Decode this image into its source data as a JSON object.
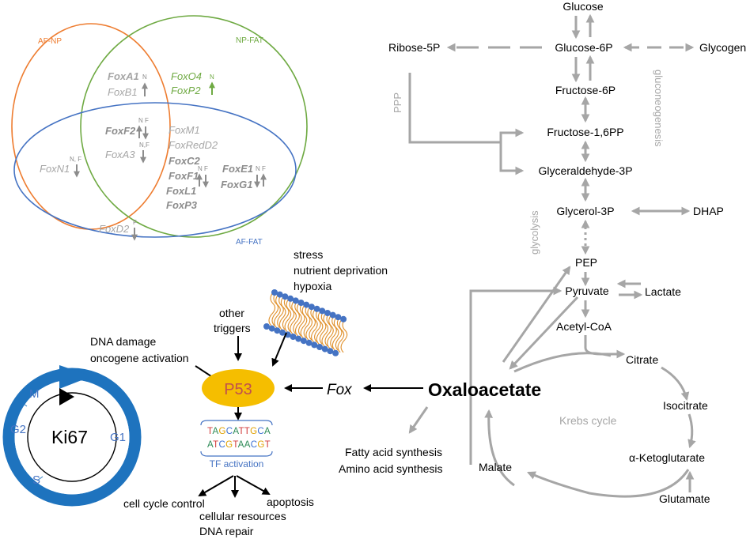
{
  "colors": {
    "orange": "#EE7D31",
    "green": "#6FAA43",
    "blue": "#4573C3",
    "gray": "#A6A6A6",
    "darkgray": "#8C8C8C",
    "yellow": "#F5BE00",
    "p53_text": "#C0504D",
    "cycle_blue": "#1E73BE",
    "black": "#000000"
  },
  "venn": {
    "labels": {
      "af_np": "AF-NP",
      "np_fat": "NP-FAT",
      "af_fat": "AF-FAT"
    },
    "genes": {
      "foxa1": "FoxA1",
      "foxb1": "FoxB1",
      "foxo4": "FoxO4",
      "foxp2": "FoxP2",
      "foxf2": "FoxF2",
      "foxa3": "FoxA3",
      "foxm1": "FoxM1",
      "foxredd2": "FoxRedD2",
      "foxc2": "FoxC2",
      "foxf1": "FoxF1",
      "foxl1": "FoxL1",
      "foxp3": "FoxP3",
      "foxe1": "FoxE1",
      "foxg1": "FoxG1",
      "foxn1": "FoxN1",
      "foxd2": "FoxD2"
    },
    "marks": {
      "n": "N",
      "nf": "N F",
      "n_comma_f": "N,F",
      "n_comma_space_f": "N, F",
      "f": "F"
    }
  },
  "triggers": {
    "stress": [
      "stress",
      "nutrient deprivation",
      "hypoxia"
    ],
    "other": [
      "other",
      "triggers"
    ],
    "dna": [
      "DNA damage",
      "oncogene activation"
    ]
  },
  "p53": {
    "label": "P53",
    "fox": "Fox"
  },
  "dna": {
    "seq_top": [
      "T",
      "A",
      "G",
      "C",
      "A",
      "T",
      "T",
      "G",
      "C",
      "A"
    ],
    "seq_bottom": [
      "A",
      "T",
      "C",
      "G",
      "T",
      "A",
      "A",
      "C",
      "G",
      "T"
    ],
    "tf": "TF activation"
  },
  "outcomes": {
    "cell_cycle": "cell cycle control",
    "resources": "cellular resources",
    "repair": "DNA repair",
    "apoptosis": "apoptosis"
  },
  "cycle": {
    "center": "Ki67",
    "m": "M",
    "g1": "G1",
    "g2": "G2",
    "s": "S"
  },
  "metabolism": {
    "glucose": "Glucose",
    "g6p": "Glucose-6P",
    "ribose": "Ribose-5P",
    "glycogen": "Glycogen",
    "f6p": "Fructose-6P",
    "f16pp": "Fructose-1,6PP",
    "gap": "Glyceraldehyde-3P",
    "g3p": "Glycerol-3P",
    "dhap": "DHAP",
    "pep": "PEP",
    "pyruvate": "Pyruvate",
    "lactate": "Lactate",
    "acetylcoa": "Acetyl-CoA",
    "citrate": "Citrate",
    "isocitrate": "Isocitrate",
    "akg": "α-Ketoglutarate",
    "glutamate": "Glutamate",
    "malate": "Malate",
    "oaa": "Oxaloacetate",
    "krebs": "Krebs cycle",
    "ppp": "PPP",
    "gluconeogenesis": "gluconeogenesis",
    "glycolysis": "glycolysis",
    "fatty": "Fatty acid synthesis",
    "amino": "Amino  acid synthesis"
  }
}
